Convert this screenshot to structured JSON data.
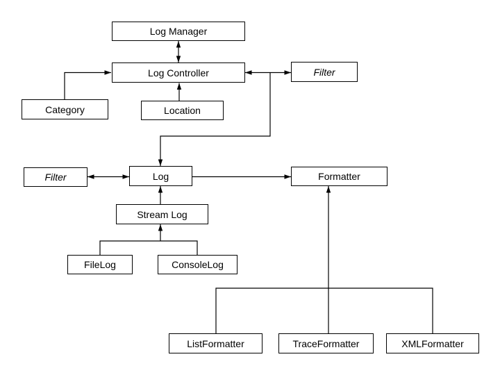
{
  "diagram": {
    "background_color": "#ffffff",
    "line_color": "#000000",
    "text_color": "#000000",
    "nodes": {
      "log_manager": {
        "label": "Log Manager",
        "italic": false
      },
      "log_controller": {
        "label": "Log Controller",
        "italic": false
      },
      "filter_top": {
        "label": "Filter",
        "italic": true
      },
      "category": {
        "label": "Category",
        "italic": false
      },
      "location": {
        "label": "Location",
        "italic": false
      },
      "filter_left": {
        "label": "Filter",
        "italic": true
      },
      "log": {
        "label": "Log",
        "italic": false
      },
      "formatter": {
        "label": "Formatter",
        "italic": false
      },
      "stream_log": {
        "label": "Stream Log",
        "italic": false
      },
      "file_log": {
        "label": "FileLog",
        "italic": false
      },
      "console_log": {
        "label": "ConsoleLog",
        "italic": false
      },
      "list_formatter": {
        "label": "ListFormatter",
        "italic": false
      },
      "trace_formatter": {
        "label": "TraceFormatter",
        "italic": false
      },
      "xml_formatter": {
        "label": "XMLFormatter",
        "italic": false
      }
    },
    "edges": [
      {
        "from": "log_manager",
        "to": "log_controller",
        "arrows": "both"
      },
      {
        "from": "category",
        "to": "log_controller",
        "arrows": "end"
      },
      {
        "from": "location",
        "to": "log_controller",
        "arrows": "end"
      },
      {
        "from": "log_controller",
        "to": "filter_top",
        "arrows": "both"
      },
      {
        "from": "log_controller",
        "to": "log",
        "arrows": "end"
      },
      {
        "from": "filter_left",
        "to": "log",
        "arrows": "both"
      },
      {
        "from": "log",
        "to": "formatter",
        "arrows": "end"
      },
      {
        "from": "stream_log",
        "to": "log",
        "arrows": "end"
      },
      {
        "from": "file_log",
        "to": "stream_log",
        "arrows": "end"
      },
      {
        "from": "console_log",
        "to": "stream_log",
        "arrows": "end"
      },
      {
        "from": "list_formatter",
        "to": "formatter",
        "arrows": "end"
      },
      {
        "from": "trace_formatter",
        "to": "formatter",
        "arrows": "end"
      },
      {
        "from": "xml_formatter",
        "to": "formatter",
        "arrows": "end"
      }
    ]
  }
}
